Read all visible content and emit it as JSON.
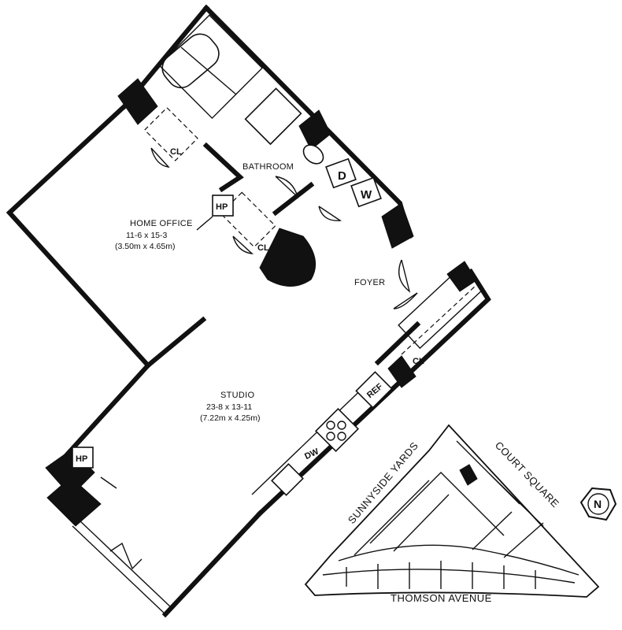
{
  "floorplan": {
    "rooms": [
      {
        "id": "home-office",
        "name": "HOME OFFICE",
        "dim_imperial": "11-6 x 15-3",
        "dim_metric": "(3.50m x 4.65m)"
      },
      {
        "id": "studio",
        "name": "STUDIO",
        "dim_imperial": "23-8 x 13-11",
        "dim_metric": "(7.22m x 4.25m)"
      },
      {
        "id": "bathroom",
        "name": "BATHROOM"
      },
      {
        "id": "foyer",
        "name": "FOYER"
      }
    ],
    "labels": {
      "closet": "CL",
      "heat_pump": "HP",
      "dryer": "D",
      "washer": "W",
      "refrigerator": "REF",
      "dishwasher": "DW"
    }
  },
  "site_map": {
    "streets": [
      "SUNNYSIDE YARDS",
      "COURT SQUARE",
      "THOMSON AVENUE"
    ],
    "compass": "N"
  }
}
